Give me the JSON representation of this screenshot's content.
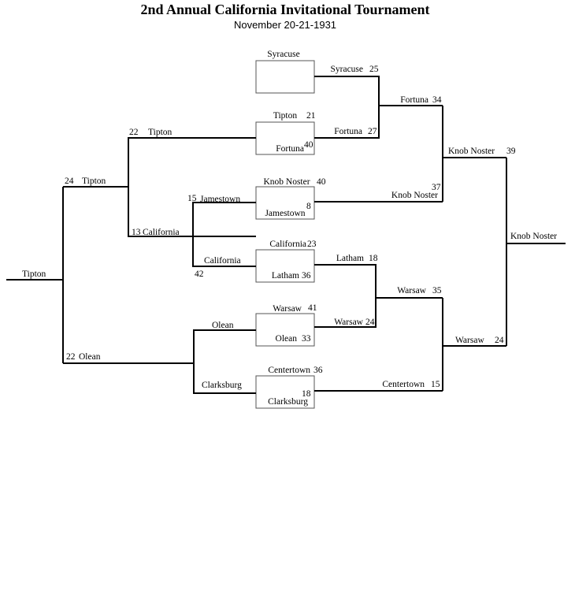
{
  "title": "2nd Annual California Invitational Tournament",
  "subtitle": "November 20-21-1931",
  "game_boxes": [
    {
      "top": "Syracuse",
      "top_score": "",
      "bottom": "",
      "bottom_score": ""
    },
    {
      "top": "Tipton",
      "top_score": "21",
      "bottom": "Fortuna",
      "bottom_score": "40"
    },
    {
      "top": "Knob Noster",
      "top_score": "40",
      "bottom": "Jamestown",
      "bottom_score": "8"
    },
    {
      "top": "California",
      "top_score": "23",
      "bottom": "Latham",
      "bottom_score": "36"
    },
    {
      "top": "Warsaw",
      "top_score": "41",
      "bottom": "Olean",
      "bottom_score": "33"
    },
    {
      "top": "Centertown",
      "top_score": "36",
      "bottom": "Clarksburg",
      "bottom_score": "18"
    }
  ],
  "right_bracket": {
    "round1": [
      {
        "team": "Syracuse",
        "score": "25"
      },
      {
        "team": "Fortuna",
        "score": "27"
      },
      {
        "team": "Knob Noster",
        "score": "37"
      },
      {
        "team": "Latham",
        "score": "18"
      },
      {
        "team": "Warsaw",
        "score": "24"
      },
      {
        "team": "Centertown",
        "score": "15"
      }
    ],
    "round2": [
      {
        "team": "Fortuna",
        "score": "34"
      },
      {
        "team": "Warsaw",
        "score": "35"
      }
    ],
    "round3": [
      {
        "team": "Knob Noster",
        "score": "39"
      },
      {
        "team": "Warsaw",
        "score": "24"
      }
    ],
    "champion": "Knob Noster"
  },
  "left_bracket": {
    "round1": [
      {
        "team": "Jamestown",
        "score": "15"
      },
      {
        "team": "California",
        "score": "42"
      },
      {
        "team": "Olean",
        "score": ""
      },
      {
        "team": "Clarksburg",
        "score": ""
      }
    ],
    "round2": [
      {
        "team": "Tipton",
        "score": "22"
      },
      {
        "team": "California",
        "score": "13"
      }
    ],
    "round3": [
      {
        "team": "Tipton",
        "score": "24"
      },
      {
        "team": "Olean",
        "score": "22"
      }
    ],
    "champion": "Tipton"
  }
}
